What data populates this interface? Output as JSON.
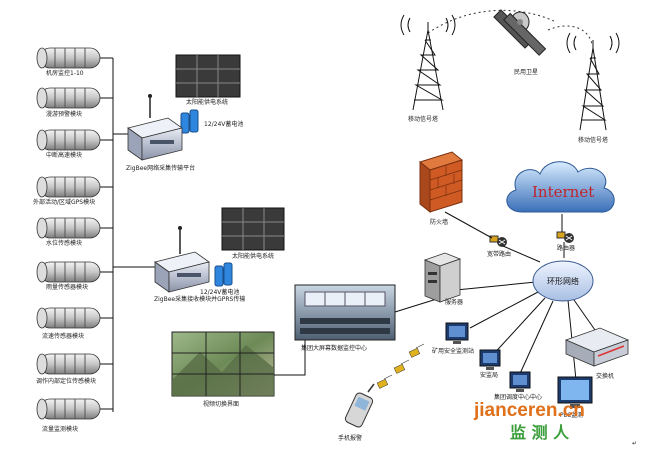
{
  "sensors": [
    "机房监控1-10",
    "漫游预警模块",
    "中断高速模块",
    "外部活动/区域GPS模块",
    "水位传感模块",
    "雨量传感器模块",
    "流速传感器模块",
    "调作内部定位传感模块",
    "流量监测模块"
  ],
  "gateway_top": {
    "solar": "太阳能供电系统",
    "battery": "12/24V蓄电池",
    "label": "ZigBee网络采集传输平台"
  },
  "gateway_mid": {
    "solar": "太阳能供电系统",
    "battery": "12/24V蓄电池",
    "label": "ZigBee采集接收模块并GPRS传输"
  },
  "telecom": {
    "tower_left": "移动信号塔",
    "satellite": "民用卫星",
    "tower_right": "移动信号塔"
  },
  "network": {
    "internet": "Internet",
    "firewall": "防火墙",
    "router_left": "宽带路由",
    "router_right": "路由器",
    "ring": "环形网络",
    "server": "服务器",
    "pc_safety": "矿用安全监测站",
    "pc_security": "安监局",
    "pc_group": "集团调度中心中心",
    "switch": "交换机",
    "pc_plc": "PLC监测"
  },
  "control_center": "集团大屏幕数据监控中心",
  "video_wall": "视频切换界面",
  "phone": "手机报警",
  "watermark": {
    "en": "jianceren.cn",
    "cn": "监 测 人",
    "colors": [
      "#3a9e3a",
      "#e0701a",
      "#1e74c8"
    ]
  }
}
